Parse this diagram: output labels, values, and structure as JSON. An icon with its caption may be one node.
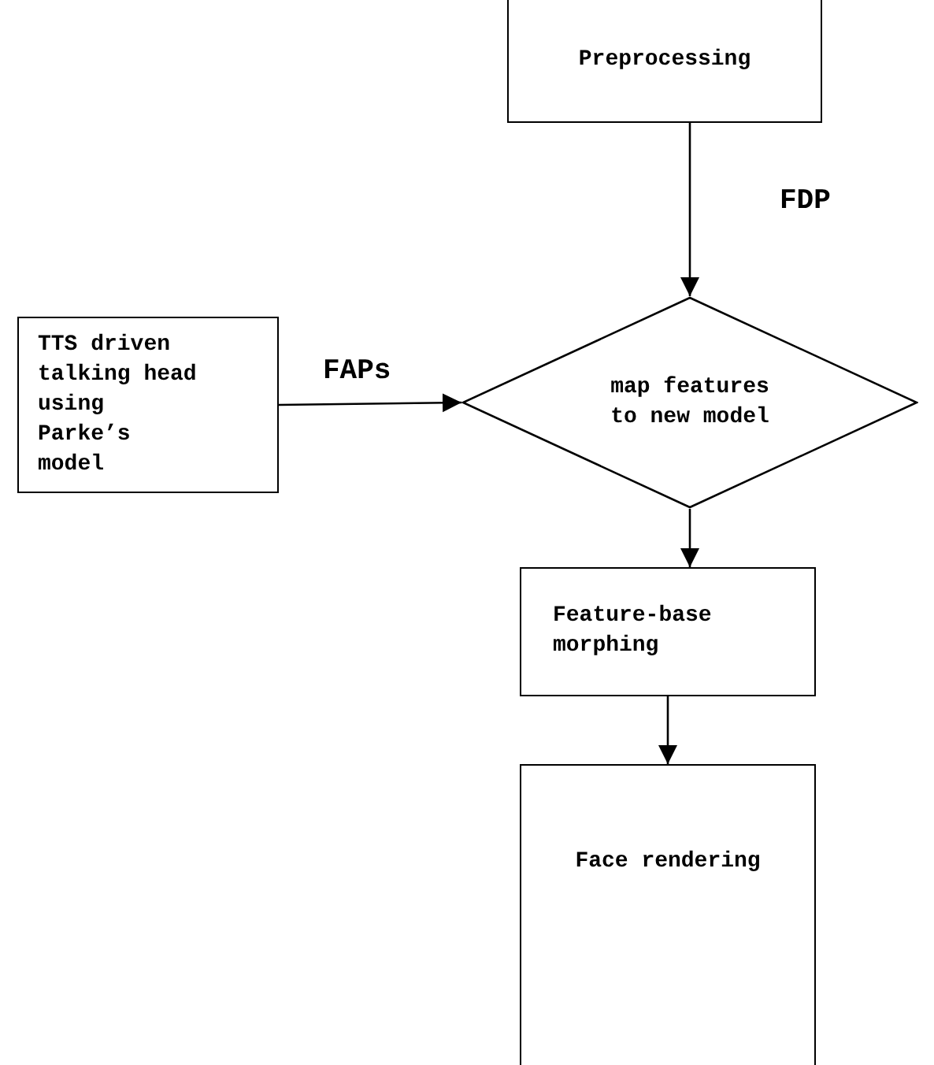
{
  "diagram": {
    "nodes": [
      {
        "text": [
          "Preprocessing"
        ]
      },
      {
        "text": [
          "TTS driven talking head using Parke’s model"
        ]
      },
      {
        "text": [
          "map features to new model"
        ]
      },
      {
        "text": [
          "Feature-base morphing"
        ]
      },
      {
        "text": [
          "Face rendering"
        ]
      }
    ],
    "edges": [
      {
        "from": 0,
        "to": 2,
        "arrow": "to",
        "label": "FDP"
      },
      {
        "from": 1,
        "to": 2,
        "arrow": "to",
        "label": "FAPs"
      },
      {
        "from": 2,
        "to": 3,
        "arrow": "to"
      },
      {
        "from": 3,
        "to": 4,
        "arrow": "to"
      }
    ]
  }
}
